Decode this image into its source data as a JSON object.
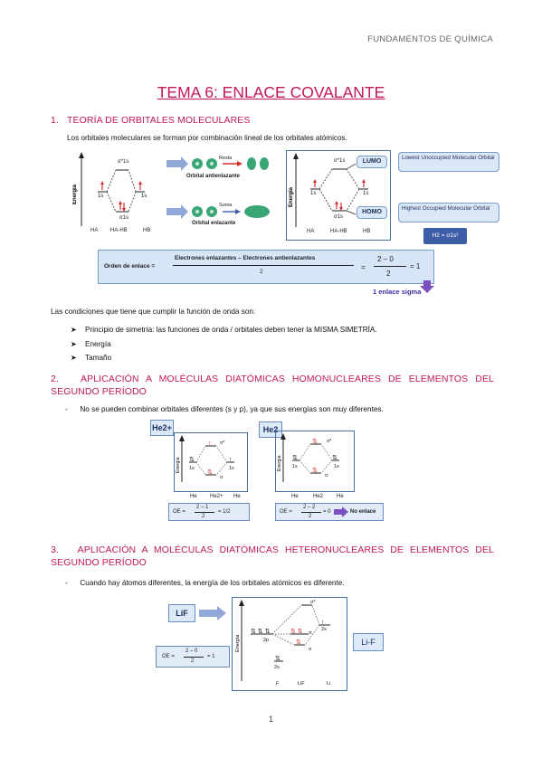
{
  "header": {
    "subject": "FUNDAMENTOS DE QUÍMICA"
  },
  "title": "TEMA 6: ENLACE COVALANTE",
  "sections": [
    {
      "num": "1.",
      "title": "TEORÍA DE ORBITALES MOLECULARES"
    },
    {
      "num": "2.",
      "title": "APLICACIÓN A MOLÉCULAS DIATÓMICAS HOMONUCLEARES DE ELEMENTOS DEL SEGUNDO PERÍODO"
    },
    {
      "num": "3.",
      "title": "APLICACIÓN A MOLÉCULAS DIATÓMICAS HETERONUCLEARES DE ELEMENTOS DEL SEGUNDO PERÍODO"
    }
  ],
  "intro": "Los orbitales moleculares se forman por combinación lineal de los orbitales atómicos.",
  "conditions_intro": "Las condiciones que tiene que cumplir la función de onda son:",
  "conditions": [
    "Principio de simetría: las funciones de onda / orbitales deben tener la MISMA SIMETRÍA.",
    "Energía",
    "Tamaño"
  ],
  "sec2_bullet": "No se pueden combinar orbitales diferentes (s y p), ya que sus energías son muy diferentes.",
  "sec3_bullet": "Cuando hay átomos diferentes, la energía de los orbitales atómicos es diferente.",
  "bullet_dash": "-",
  "fig1": {
    "energia": "Energía",
    "sigma_star": "σ*1s",
    "sigma": "σ1s",
    "ls1": "1s",
    "ls2": "1s",
    "ha": "HA",
    "hahb": "HA-HB",
    "hb": "HB",
    "resta": "Resta",
    "suma": "Suma",
    "antienlazante": "Orbital antienlazante",
    "enlazante": "Orbital enlazante",
    "lumo": "LUMO",
    "homo": "HOMO",
    "lumo_desc": "Lowest Unoccupied Molecular Orbital",
    "homo_desc": "Highest Occupied Molecular Orbital",
    "h2_config": "H2 = σ1s²",
    "orden_label": "Orden de enlace =",
    "orden_num": "Electrones enlazantes – Electrones antienlazantes",
    "orden_den": "2",
    "orden_num2": "2 – 0",
    "orden_den2": "2",
    "orden_result": "= 1",
    "enlace_sigma": "1 enlace sigma"
  },
  "fig2": {
    "he2plus_tag": "He2+",
    "he2_tag": "He2",
    "energia": "Energía",
    "sigma_star": "σ*",
    "sigma": "σ",
    "ls": "1s",
    "he": "He",
    "he2plus": "He2+",
    "he2": "He2",
    "oe1_label": "OE =",
    "oe1_num": "2 – 1",
    "oe1_den": "2",
    "oe1_result": "= 1/2",
    "oe2_label": "OE =",
    "oe2_num": "2 – 2",
    "oe2_den": "2",
    "oe2_result": "= 0",
    "no_enlace": "No enlace"
  },
  "fig3": {
    "lif_tag": "LiF",
    "lif_lewis": "Li-F",
    "energia": "Energía",
    "sigma_star": "σ*",
    "sigma": "σ",
    "pi": "π",
    "two_p": "2p",
    "two_s": "2s",
    "two_s_li": "2s",
    "f": "F",
    "lif": "LiF",
    "li": "Li",
    "oe_label": "OE =",
    "oe_num": "2 – 0",
    "oe_den": "2",
    "oe_result": "= 1"
  },
  "page_number": "1",
  "colors": {
    "accent": "#c2185b",
    "blue": "#3e5fa8",
    "red": "#d32f2f"
  }
}
